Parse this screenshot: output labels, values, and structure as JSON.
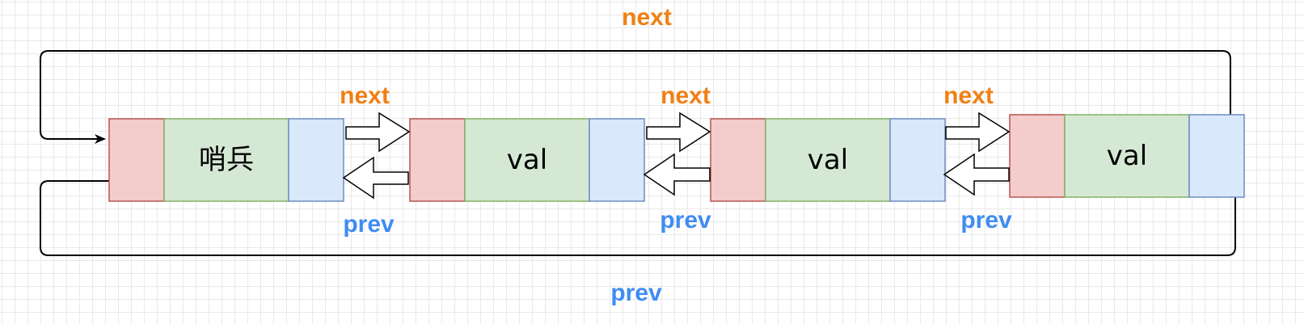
{
  "diagram": {
    "nodes": [
      {
        "value": "哨兵"
      },
      {
        "value": "val"
      },
      {
        "value": "val"
      },
      {
        "value": "val"
      }
    ],
    "link_labels": {
      "next": [
        "next",
        "next",
        "next"
      ],
      "prev": [
        "prev",
        "prev",
        "prev"
      ]
    },
    "wrap_next_label": "next",
    "wrap_prev_label": "prev"
  },
  "colors": {
    "prev_cell_fill": "#f4cccc",
    "prev_cell_stroke": "#b85450",
    "val_cell_fill": "#d5e8d4",
    "val_cell_stroke": "#82b366",
    "next_cell_fill": "#dae8fc",
    "next_cell_stroke": "#6c8ebf",
    "next_label": "#f07f13",
    "prev_label": "#3f8cf3",
    "line": "#000000"
  }
}
